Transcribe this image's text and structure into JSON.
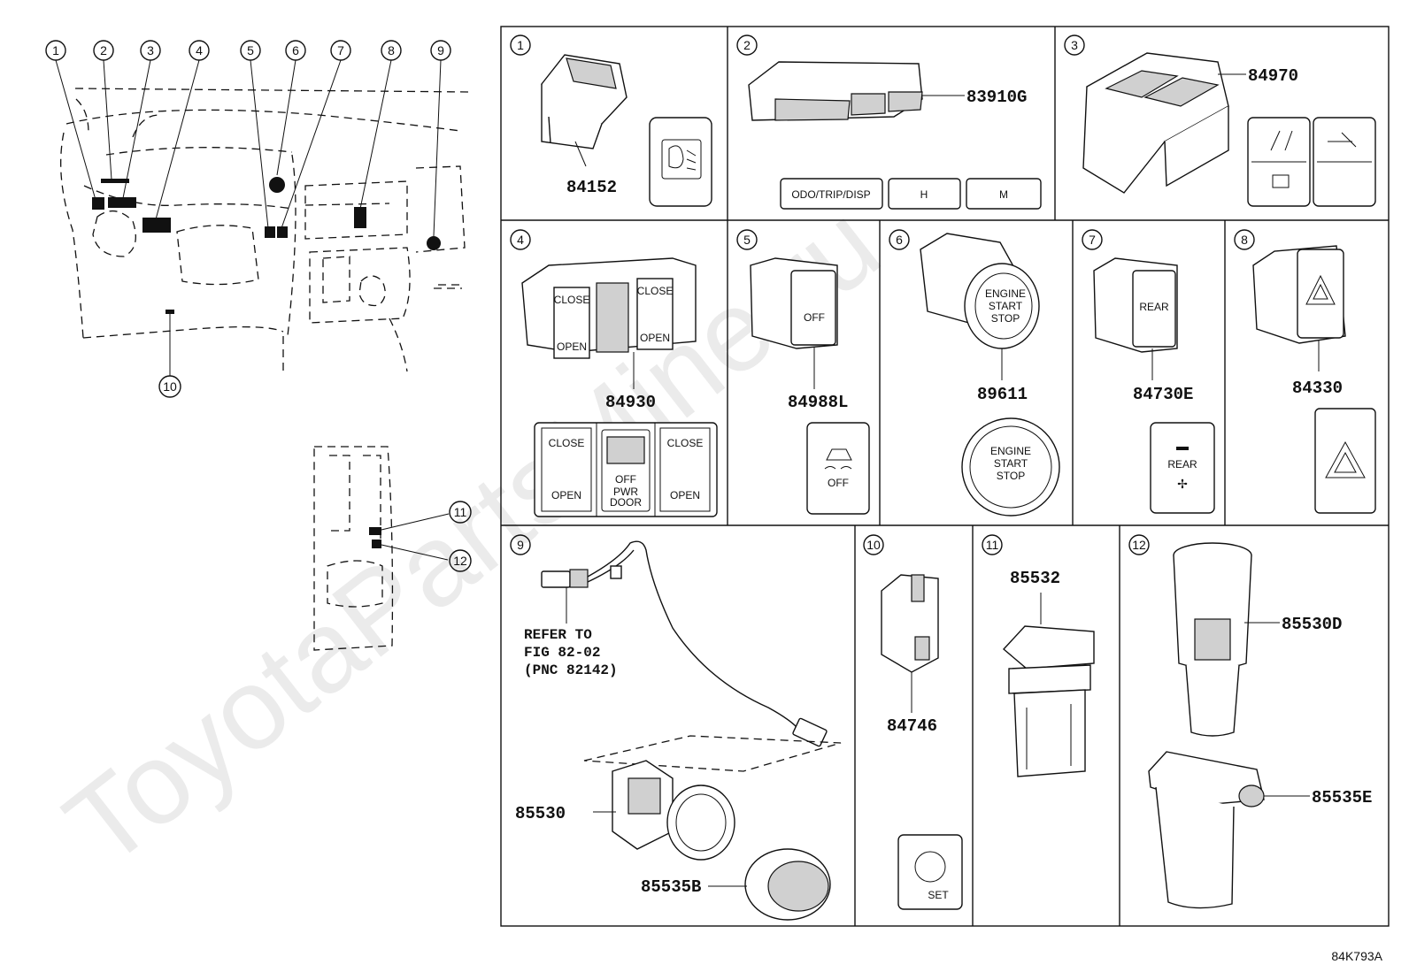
{
  "overview": {
    "callouts": [
      "1",
      "2",
      "3",
      "4",
      "5",
      "6",
      "7",
      "8",
      "9",
      "10",
      "11",
      "12"
    ]
  },
  "cells": [
    {
      "num": "1",
      "parts": [
        "84152"
      ]
    },
    {
      "num": "2",
      "parts": [
        "83910G"
      ],
      "buttons": [
        "ODO/TRIP/DISP",
        "H",
        "M"
      ]
    },
    {
      "num": "3",
      "parts": [
        "84970"
      ]
    },
    {
      "num": "4",
      "parts": [
        "84930"
      ],
      "labels": {
        "close": "CLOSE",
        "open": "OPEN",
        "off": "OFF",
        "pwr": "PWR",
        "door": "DOOR"
      }
    },
    {
      "num": "5",
      "parts": [
        "84988L"
      ],
      "labels": {
        "off": "OFF"
      }
    },
    {
      "num": "6",
      "parts": [
        "89611"
      ],
      "labels": {
        "line1": "ENGINE",
        "line2": "START",
        "line3": "STOP"
      }
    },
    {
      "num": "7",
      "parts": [
        "84730E"
      ],
      "labels": {
        "rear": "REAR"
      }
    },
    {
      "num": "8",
      "parts": [
        "84330"
      ]
    },
    {
      "num": "9",
      "parts": [
        "85530",
        "85535B"
      ],
      "refer": [
        "REFER TO",
        "FIG 82-02",
        "(PNC 82142)"
      ]
    },
    {
      "num": "10",
      "parts": [
        "84746"
      ],
      "labels": {
        "set": "SET"
      }
    },
    {
      "num": "11",
      "parts": [
        "85532"
      ]
    },
    {
      "num": "12",
      "parts": [
        "85530D",
        "85535E"
      ]
    }
  ],
  "watermark": "ToyotaPartsMine.ru",
  "diagram_code": "84K793A"
}
